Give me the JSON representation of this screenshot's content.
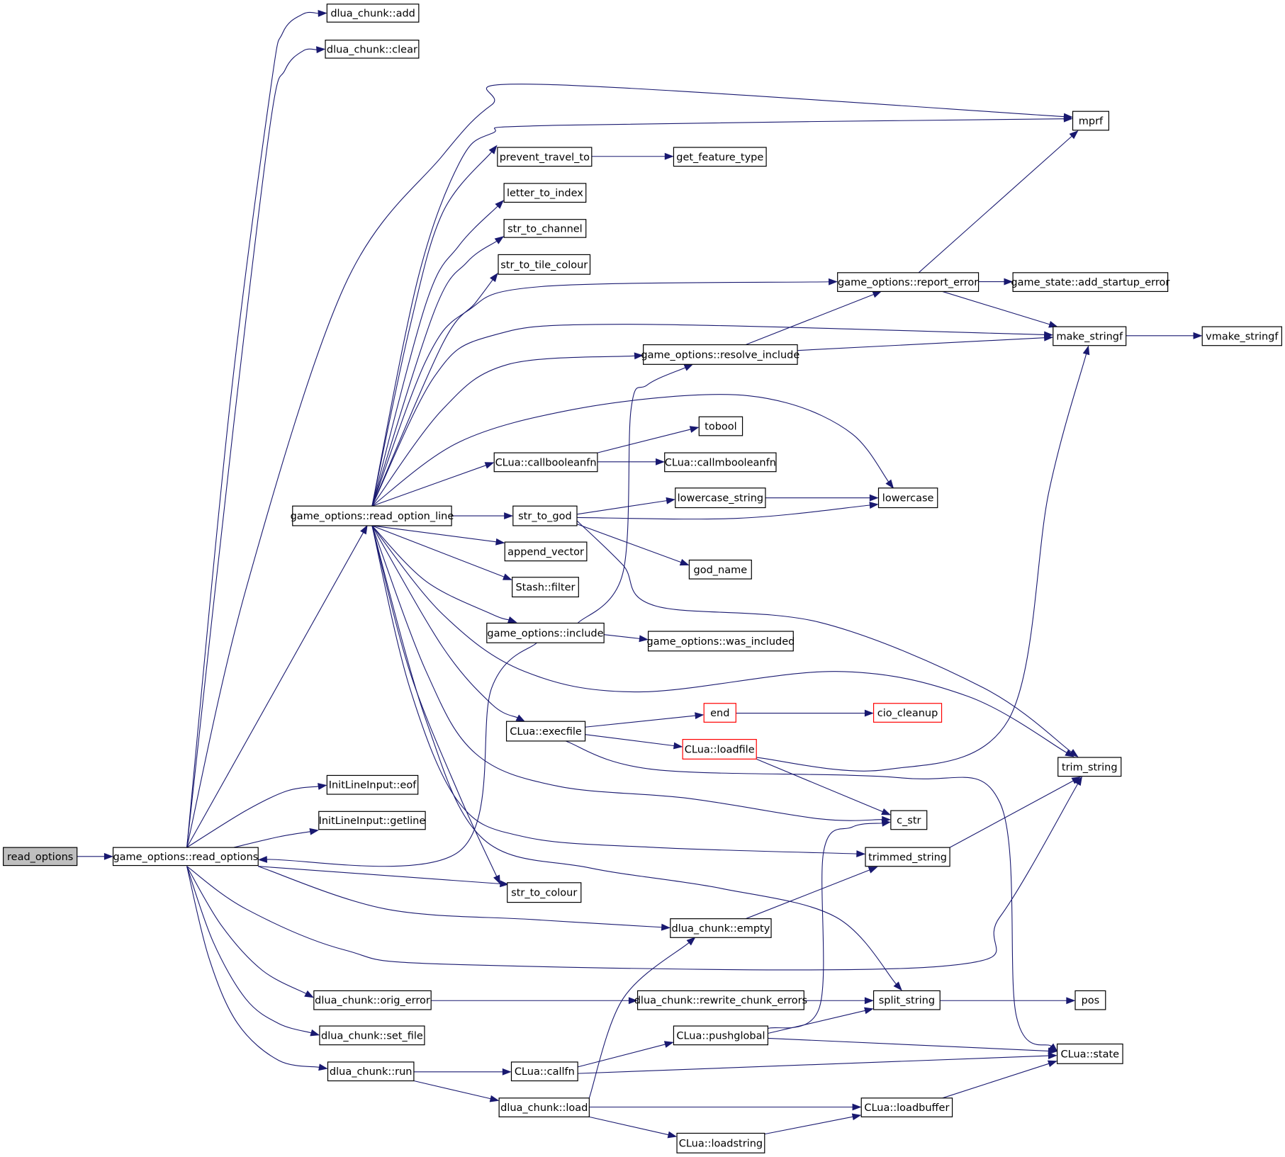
{
  "graph": {
    "edge_color": "#191970",
    "root_fill": "#bfbfbf",
    "truncated_border": "#ff0000",
    "nodes": [
      {
        "id": "read_options",
        "label": "read_options",
        "style": "root"
      },
      {
        "id": "go_read_options",
        "label": "game_options::read_options"
      },
      {
        "id": "dc_add",
        "label": "dlua_chunk::add"
      },
      {
        "id": "dc_clear",
        "label": "dlua_chunk::clear"
      },
      {
        "id": "mprf",
        "label": "mprf"
      },
      {
        "id": "prevent_travel_to",
        "label": "prevent_travel_to"
      },
      {
        "id": "get_feature_type",
        "label": "get_feature_type"
      },
      {
        "id": "letter_to_index",
        "label": "letter_to_index"
      },
      {
        "id": "str_to_channel",
        "label": "str_to_channel"
      },
      {
        "id": "str_to_tile_colour",
        "label": "str_to_tile_colour"
      },
      {
        "id": "report_error",
        "label": "game_options::report_error"
      },
      {
        "id": "add_startup_error",
        "label": "game_state::add_startup_error"
      },
      {
        "id": "make_stringf",
        "label": "make_stringf"
      },
      {
        "id": "vmake_stringf",
        "label": "vmake_stringf"
      },
      {
        "id": "resolve_include",
        "label": "game_options::resolve_include"
      },
      {
        "id": "tobool",
        "label": "tobool"
      },
      {
        "id": "callbooleanfn",
        "label": "CLua::callbooleanfn"
      },
      {
        "id": "callmbooleanfn",
        "label": "CLua::callmbooleanfn"
      },
      {
        "id": "lowercase_string",
        "label": "lowercase_string"
      },
      {
        "id": "lowercase",
        "label": "lowercase"
      },
      {
        "id": "read_option_line",
        "label": "game_options::read_option_line"
      },
      {
        "id": "str_to_god",
        "label": "str_to_god"
      },
      {
        "id": "append_vector",
        "label": "append_vector"
      },
      {
        "id": "god_name",
        "label": "god_name"
      },
      {
        "id": "stash_filter",
        "label": "Stash::filter"
      },
      {
        "id": "go_include",
        "label": "game_options::include"
      },
      {
        "id": "was_included",
        "label": "game_options::was_included"
      },
      {
        "id": "end",
        "label": "end",
        "style": "truncated"
      },
      {
        "id": "cio_cleanup",
        "label": "cio_cleanup",
        "style": "truncated"
      },
      {
        "id": "execfile",
        "label": "CLua::execfile"
      },
      {
        "id": "loadfile",
        "label": "CLua::loadfile",
        "style": "truncated"
      },
      {
        "id": "trim_string",
        "label": "trim_string"
      },
      {
        "id": "ili_eof",
        "label": "InitLineInput::eof"
      },
      {
        "id": "ili_getline",
        "label": "InitLineInput::getline"
      },
      {
        "id": "c_str",
        "label": "c_str"
      },
      {
        "id": "trimmed_string",
        "label": "trimmed_string"
      },
      {
        "id": "str_to_colour",
        "label": "str_to_colour"
      },
      {
        "id": "dc_empty",
        "label": "dlua_chunk::empty"
      },
      {
        "id": "dc_orig_error",
        "label": "dlua_chunk::orig_error"
      },
      {
        "id": "dc_rewrite",
        "label": "dlua_chunk::rewrite_chunk_errors"
      },
      {
        "id": "split_string",
        "label": "split_string"
      },
      {
        "id": "pos",
        "label": "pos"
      },
      {
        "id": "dc_set_file",
        "label": "dlua_chunk::set_file"
      },
      {
        "id": "pushglobal",
        "label": "CLua::pushglobal"
      },
      {
        "id": "clua_state",
        "label": "CLua::state"
      },
      {
        "id": "dc_run",
        "label": "dlua_chunk::run"
      },
      {
        "id": "callfn",
        "label": "CLua::callfn"
      },
      {
        "id": "dc_load",
        "label": "dlua_chunk::load"
      },
      {
        "id": "loadbuffer",
        "label": "CLua::loadbuffer"
      },
      {
        "id": "loadstring",
        "label": "CLua::loadstring"
      }
    ],
    "edges": [
      {
        "from": "read_options",
        "to": "go_read_options"
      },
      {
        "from": "go_read_options",
        "to": "dc_add"
      },
      {
        "from": "go_read_options",
        "to": "dc_clear"
      },
      {
        "from": "go_read_options",
        "to": "mprf"
      },
      {
        "from": "go_read_options",
        "to": "read_option_line"
      },
      {
        "from": "go_read_options",
        "to": "ili_eof"
      },
      {
        "from": "go_read_options",
        "to": "ili_getline"
      },
      {
        "from": "go_read_options",
        "to": "str_to_colour"
      },
      {
        "from": "go_read_options",
        "to": "dc_empty"
      },
      {
        "from": "go_read_options",
        "to": "trim_string"
      },
      {
        "from": "go_read_options",
        "to": "dc_orig_error"
      },
      {
        "from": "go_read_options",
        "to": "dc_set_file"
      },
      {
        "from": "go_read_options",
        "to": "dc_run"
      },
      {
        "from": "read_option_line",
        "to": "mprf"
      },
      {
        "from": "read_option_line",
        "to": "prevent_travel_to"
      },
      {
        "from": "read_option_line",
        "to": "letter_to_index"
      },
      {
        "from": "read_option_line",
        "to": "str_to_channel"
      },
      {
        "from": "read_option_line",
        "to": "str_to_tile_colour"
      },
      {
        "from": "read_option_line",
        "to": "report_error"
      },
      {
        "from": "read_option_line",
        "to": "make_stringf"
      },
      {
        "from": "read_option_line",
        "to": "resolve_include"
      },
      {
        "from": "read_option_line",
        "to": "lowercase"
      },
      {
        "from": "read_option_line",
        "to": "callbooleanfn"
      },
      {
        "from": "read_option_line",
        "to": "str_to_god"
      },
      {
        "from": "read_option_line",
        "to": "append_vector"
      },
      {
        "from": "read_option_line",
        "to": "stash_filter"
      },
      {
        "from": "read_option_line",
        "to": "go_include"
      },
      {
        "from": "read_option_line",
        "to": "trim_string"
      },
      {
        "from": "read_option_line",
        "to": "execfile"
      },
      {
        "from": "read_option_line",
        "to": "c_str"
      },
      {
        "from": "read_option_line",
        "to": "trimmed_string"
      },
      {
        "from": "read_option_line",
        "to": "str_to_colour"
      },
      {
        "from": "read_option_line",
        "to": "split_string"
      },
      {
        "from": "prevent_travel_to",
        "to": "get_feature_type"
      },
      {
        "from": "report_error",
        "to": "mprf"
      },
      {
        "from": "report_error",
        "to": "add_startup_error"
      },
      {
        "from": "report_error",
        "to": "make_stringf"
      },
      {
        "from": "make_stringf",
        "to": "vmake_stringf"
      },
      {
        "from": "resolve_include",
        "to": "report_error"
      },
      {
        "from": "resolve_include",
        "to": "make_stringf"
      },
      {
        "from": "callbooleanfn",
        "to": "tobool"
      },
      {
        "from": "callbooleanfn",
        "to": "callmbooleanfn"
      },
      {
        "from": "lowercase_string",
        "to": "lowercase"
      },
      {
        "from": "str_to_god",
        "to": "lowercase_string"
      },
      {
        "from": "str_to_god",
        "to": "lowercase"
      },
      {
        "from": "str_to_god",
        "to": "god_name"
      },
      {
        "from": "str_to_god",
        "to": "trim_string"
      },
      {
        "from": "go_include",
        "to": "resolve_include"
      },
      {
        "from": "go_include",
        "to": "was_included"
      },
      {
        "from": "go_include",
        "to": "go_read_options"
      },
      {
        "from": "execfile",
        "to": "end"
      },
      {
        "from": "execfile",
        "to": "loadfile"
      },
      {
        "from": "execfile",
        "to": "clua_state"
      },
      {
        "from": "end",
        "to": "cio_cleanup"
      },
      {
        "from": "loadfile",
        "to": "make_stringf"
      },
      {
        "from": "loadfile",
        "to": "c_str"
      },
      {
        "from": "trimmed_string",
        "to": "trim_string"
      },
      {
        "from": "dc_empty",
        "to": "trimmed_string"
      },
      {
        "from": "dc_orig_error",
        "to": "dc_rewrite"
      },
      {
        "from": "dc_rewrite",
        "to": "split_string"
      },
      {
        "from": "split_string",
        "to": "pos"
      },
      {
        "from": "pushglobal",
        "to": "c_str"
      },
      {
        "from": "pushglobal",
        "to": "split_string"
      },
      {
        "from": "pushglobal",
        "to": "clua_state"
      },
      {
        "from": "dc_run",
        "to": "callfn"
      },
      {
        "from": "dc_run",
        "to": "dc_load"
      },
      {
        "from": "callfn",
        "to": "pushglobal"
      },
      {
        "from": "callfn",
        "to": "clua_state"
      },
      {
        "from": "dc_load",
        "to": "dc_empty"
      },
      {
        "from": "dc_load",
        "to": "loadbuffer"
      },
      {
        "from": "dc_load",
        "to": "loadstring"
      },
      {
        "from": "loadstring",
        "to": "loadbuffer"
      },
      {
        "from": "loadbuffer",
        "to": "clua_state"
      }
    ]
  }
}
